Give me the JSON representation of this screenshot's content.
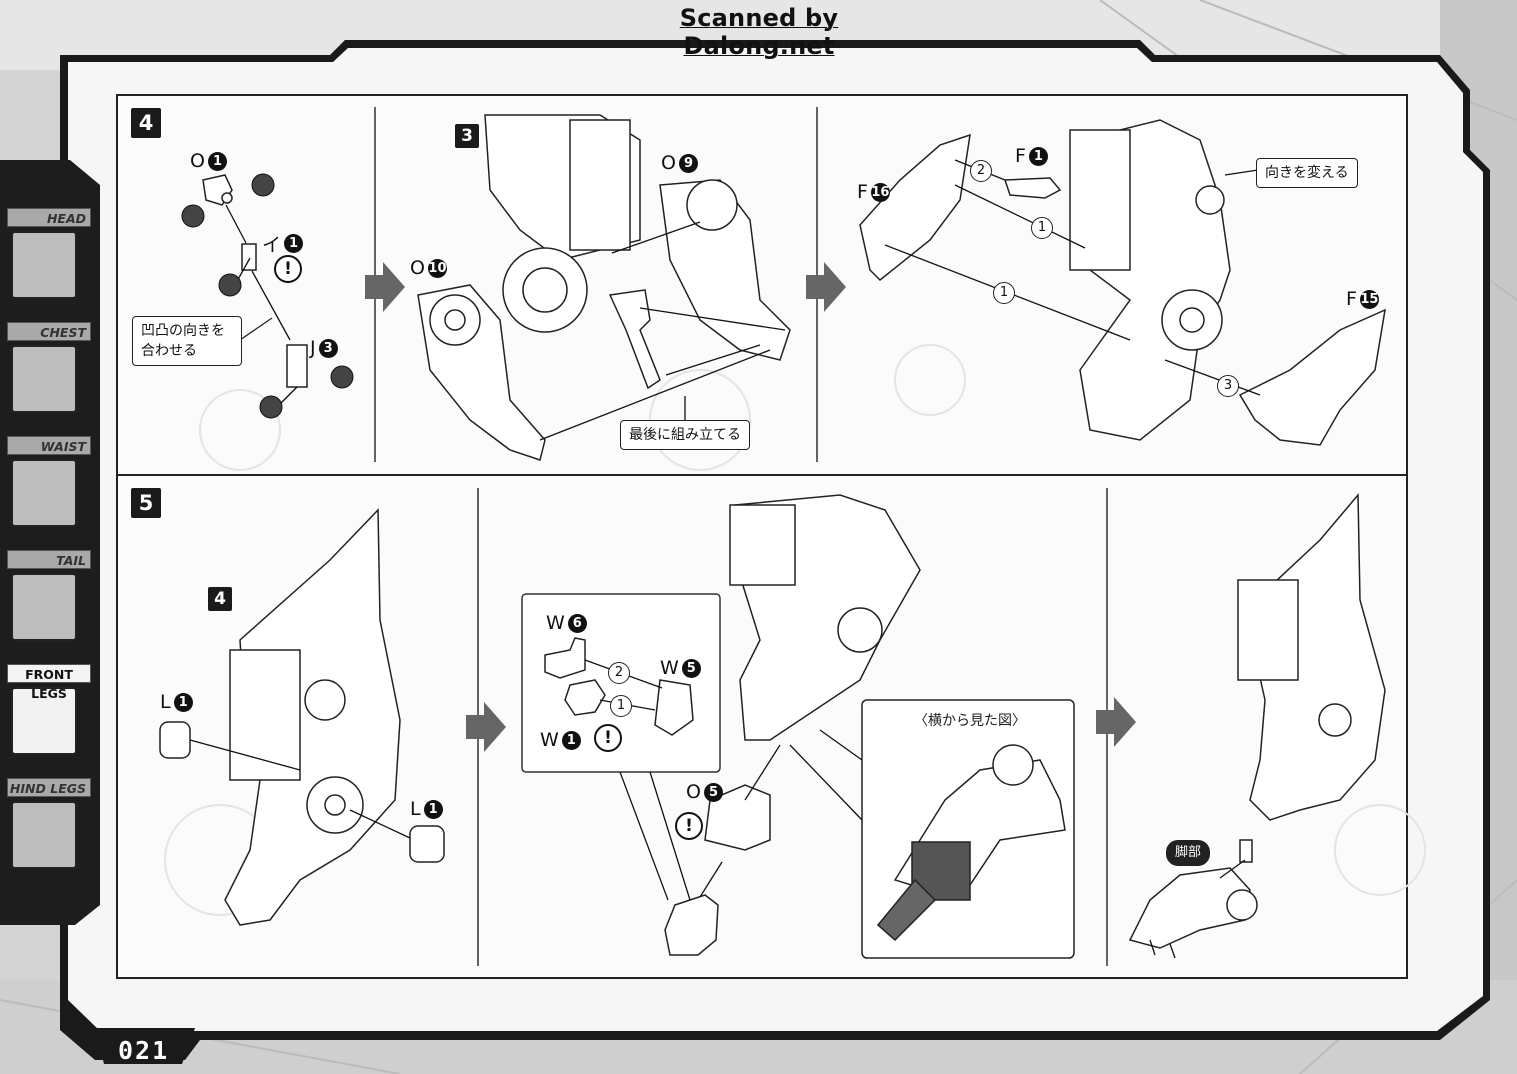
{
  "watermark": "Scanned by Dalong.net",
  "page_number": "021",
  "sidebar": {
    "items": [
      {
        "label": "HEAD",
        "active": false
      },
      {
        "label": "CHEST",
        "active": false
      },
      {
        "label": "WAIST",
        "active": false
      },
      {
        "label": "TAIL",
        "active": false
      },
      {
        "label": "FRONT LEGS",
        "active": true
      },
      {
        "label": "HIND LEGS",
        "active": false
      }
    ]
  },
  "step4": {
    "number": "4",
    "sub_step_3": "3",
    "callouts": {
      "align_bumps": "凹凸の向きを合わせる",
      "assemble_last": "最後に組み立てる",
      "change_direction": "向きを変える"
    },
    "parts": {
      "o1": {
        "letter": "O",
        "num": "1"
      },
      "i1": {
        "letter": "イ",
        "num": "1"
      },
      "j3": {
        "letter": "J",
        "num": "3"
      },
      "o9": {
        "letter": "O",
        "num": "9"
      },
      "o10": {
        "letter": "O",
        "num": "10"
      },
      "f1": {
        "letter": "F",
        "num": "1"
      },
      "f16": {
        "letter": "F",
        "num": "16"
      },
      "f15": {
        "letter": "F",
        "num": "15"
      }
    },
    "order": {
      "first": "1",
      "second": "2",
      "third": "3"
    }
  },
  "step5": {
    "number": "5",
    "sub_step_4": "4",
    "parts": {
      "l1_left": {
        "letter": "L",
        "num": "1"
      },
      "l1_right": {
        "letter": "L",
        "num": "1"
      },
      "w6": {
        "letter": "W",
        "num": "6"
      },
      "w5": {
        "letter": "W",
        "num": "5"
      },
      "w1": {
        "letter": "W",
        "num": "1"
      },
      "o5": {
        "letter": "O",
        "num": "5"
      }
    },
    "side_view_title": "〈横から見た図〉",
    "leg_label": "脚部",
    "order": {
      "first": "1",
      "second": "2"
    }
  },
  "warning_symbol": "!"
}
